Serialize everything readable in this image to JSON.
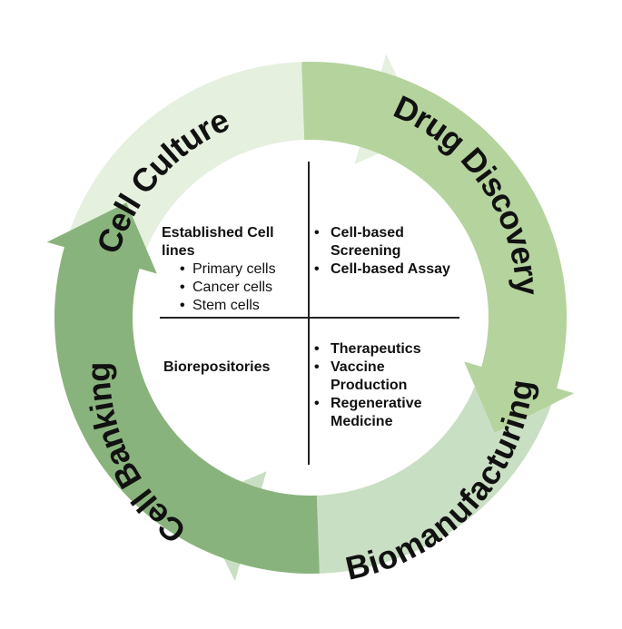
{
  "cycle": {
    "colors": {
      "cell_culture": "#e5f0df",
      "drug_discovery": "#b5d39d",
      "biomanufacturing": "#c9dfc3",
      "cell_banking": "#89b37c",
      "divider": "#222222"
    },
    "stages": {
      "cell_culture": "Cell Culture",
      "drug_discovery": "Drug Discovery",
      "biomanufacturing": "Biomanufacturing",
      "cell_banking": "Cell Banking"
    }
  },
  "center": {
    "top_left": {
      "heading": "Established Cell lines",
      "items": [
        "Primary cells",
        "Cancer cells",
        "Stem cells"
      ]
    },
    "top_right": {
      "items": [
        "Cell-based Screening",
        "Cell-based Assay"
      ]
    },
    "bottom_left": {
      "heading": "Biorepositories"
    },
    "bottom_right": {
      "items": [
        "Therapeutics",
        "Vaccine Production",
        "Regenerative Medicine"
      ]
    }
  }
}
